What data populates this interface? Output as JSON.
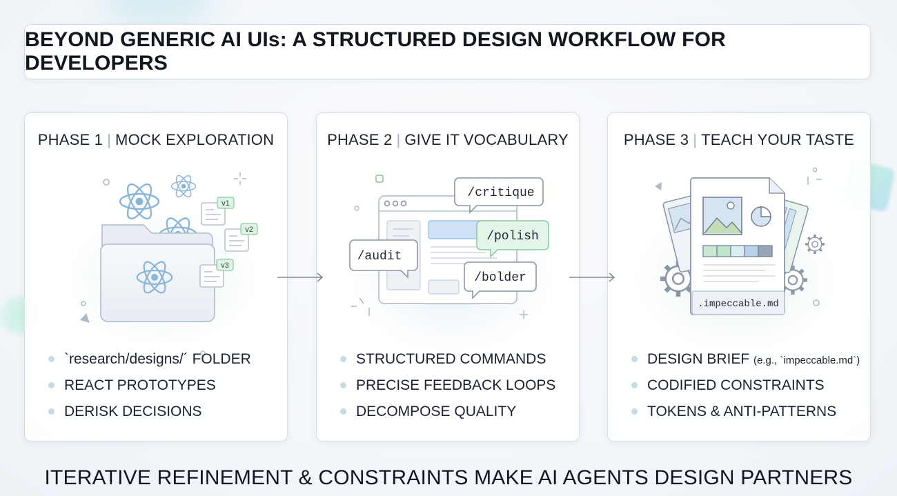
{
  "title": "BEYOND GENERIC AI UIs: A STRUCTURED DESIGN WORKFLOW FOR DEVELOPERS",
  "phases": [
    {
      "label": "PHASE 1",
      "name": "MOCK EXPLORATION",
      "version_tags": [
        "v1",
        "v2",
        "v3"
      ],
      "bullets": [
        "`research/designs/´ FOLDER",
        "REACT PROTOTYPES",
        "DERISK DECISIONS"
      ]
    },
    {
      "label": "PHASE 2",
      "name": "GIVE IT VOCABULARY",
      "commands": [
        "/critique",
        "/polish",
        "/audit",
        "/bolder"
      ],
      "bullets": [
        "STRUCTURED COMMANDS",
        "PRECISE FEEDBACK LOOPS",
        "DECOMPOSE QUALITY"
      ]
    },
    {
      "label": "PHASE 3",
      "name": "TEACH YOUR TASTE",
      "doc_filename": ".impeccable.md",
      "bullets": [
        "DESIGN BRIEF",
        "CODIFIED CONSTRAINTS",
        "TOKENS & ANTI-PATTERNS"
      ],
      "bullet_note": "(e.g., `impeccable.md`)"
    }
  ],
  "footer": "ITERATIVE REFINEMENT & CONSTRAINTS MAKE AI AGENTS DESIGN PARTNERS",
  "colors": {
    "accent_green": "#7fcf9e",
    "accent_blue": "#9fc3e6",
    "react_blue": "#8ab4d8",
    "border": "#d7dde6"
  }
}
